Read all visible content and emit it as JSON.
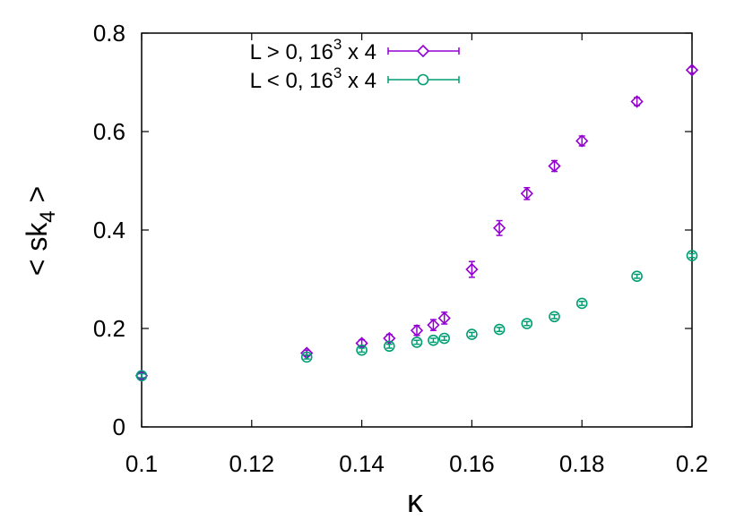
{
  "chart_data": {
    "type": "scatter",
    "xlabel": "κ",
    "ylabel_main": "< sk",
    "ylabel_sub": "4",
    "ylabel_end": " >",
    "xlim": [
      0.1,
      0.2
    ],
    "ylim": [
      0,
      0.8
    ],
    "x_ticks": [
      "0.1",
      "0.12",
      "0.14",
      "0.16",
      "0.18",
      "0.2"
    ],
    "y_ticks": [
      "0",
      "0.2",
      "0.4",
      "0.6",
      "0.8"
    ],
    "grid": false,
    "legend_position": "top-left",
    "series": [
      {
        "name": "L > 0, 16³ x 4",
        "name_parts": {
          "pre": "L > 0, 16",
          "sup": "3",
          "post": " x 4"
        },
        "marker": "diamond",
        "color": "#9400d3",
        "points": [
          {
            "x": 0.1,
            "y": 0.104,
            "err": 0.006
          },
          {
            "x": 0.13,
            "y": 0.15,
            "err": 0.006
          },
          {
            "x": 0.14,
            "y": 0.17,
            "err": 0.007
          },
          {
            "x": 0.145,
            "y": 0.18,
            "err": 0.008
          },
          {
            "x": 0.15,
            "y": 0.196,
            "err": 0.01
          },
          {
            "x": 0.153,
            "y": 0.207,
            "err": 0.011
          },
          {
            "x": 0.155,
            "y": 0.221,
            "err": 0.012
          },
          {
            "x": 0.16,
            "y": 0.32,
            "err": 0.016
          },
          {
            "x": 0.165,
            "y": 0.404,
            "err": 0.015
          },
          {
            "x": 0.17,
            "y": 0.474,
            "err": 0.012
          },
          {
            "x": 0.175,
            "y": 0.53,
            "err": 0.011
          },
          {
            "x": 0.18,
            "y": 0.581,
            "err": 0.01
          },
          {
            "x": 0.19,
            "y": 0.661,
            "err": 0.008
          },
          {
            "x": 0.2,
            "y": 0.725,
            "err": 0.006
          }
        ]
      },
      {
        "name": "L < 0, 16³ x 4",
        "name_parts": {
          "pre": "L < 0, 16",
          "sup": "3",
          "post": " x 4"
        },
        "marker": "circle",
        "color": "#009e73",
        "points": [
          {
            "x": 0.1,
            "y": 0.104,
            "err": 0.004
          },
          {
            "x": 0.13,
            "y": 0.142,
            "err": 0.004
          },
          {
            "x": 0.14,
            "y": 0.156,
            "err": 0.004
          },
          {
            "x": 0.145,
            "y": 0.164,
            "err": 0.004
          },
          {
            "x": 0.15,
            "y": 0.172,
            "err": 0.004
          },
          {
            "x": 0.153,
            "y": 0.176,
            "err": 0.004
          },
          {
            "x": 0.155,
            "y": 0.18,
            "err": 0.004
          },
          {
            "x": 0.16,
            "y": 0.188,
            "err": 0.004
          },
          {
            "x": 0.165,
            "y": 0.198,
            "err": 0.004
          },
          {
            "x": 0.17,
            "y": 0.21,
            "err": 0.004
          },
          {
            "x": 0.175,
            "y": 0.224,
            "err": 0.004
          },
          {
            "x": 0.18,
            "y": 0.251,
            "err": 0.004
          },
          {
            "x": 0.19,
            "y": 0.306,
            "err": 0.004
          },
          {
            "x": 0.2,
            "y": 0.348,
            "err": 0.004
          }
        ]
      }
    ]
  }
}
